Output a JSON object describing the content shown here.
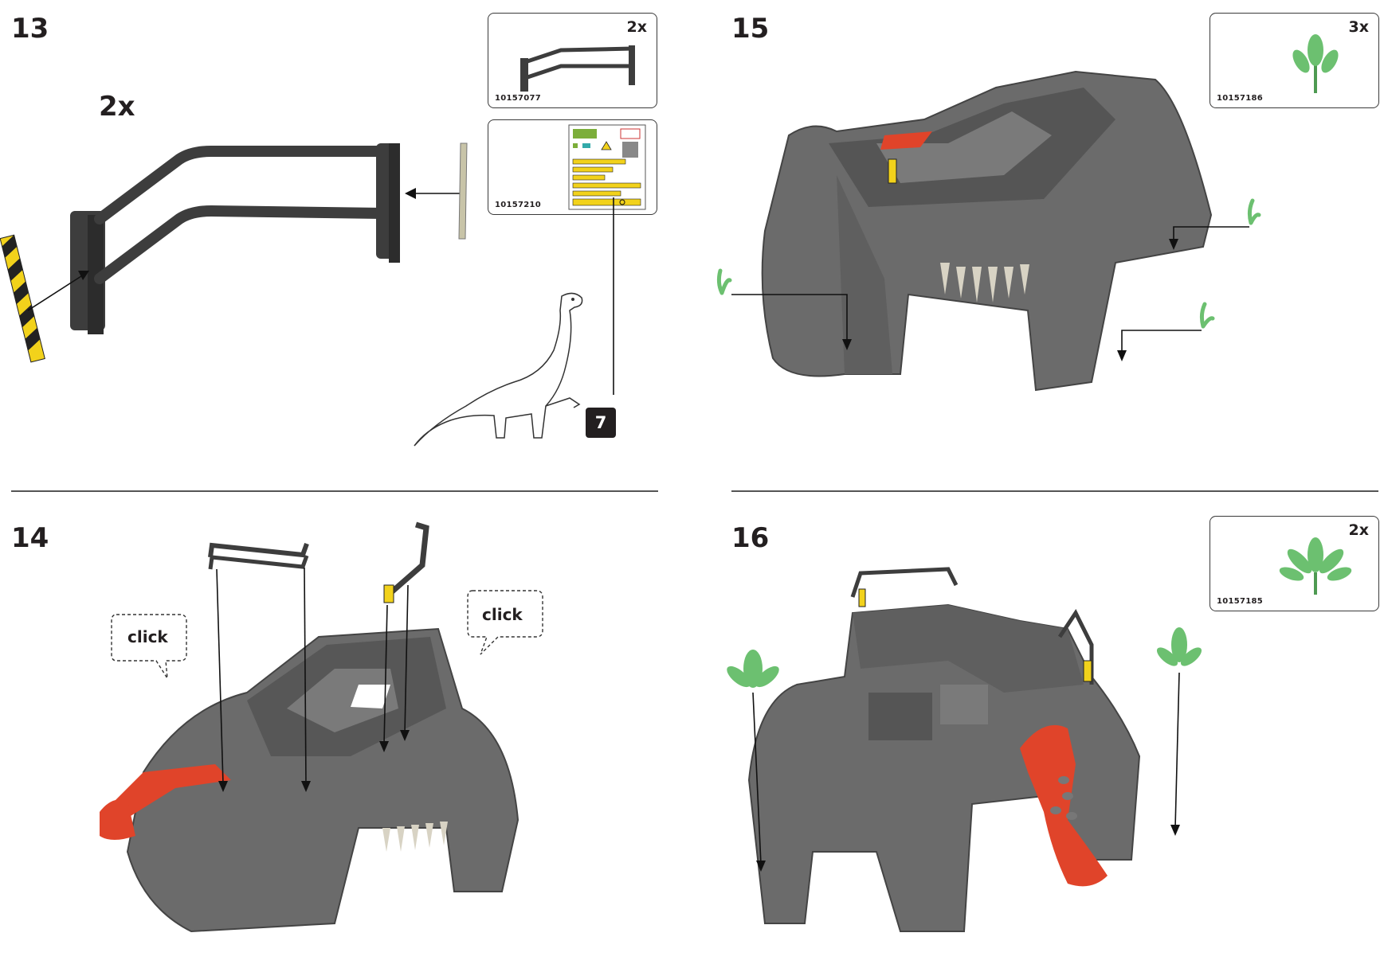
{
  "steps": [
    {
      "number": "13",
      "qty_label": "2x",
      "parts": [
        {
          "qty": "2x",
          "code": "10157077",
          "icon": "railing-part-icon"
        },
        {
          "qty": "",
          "code": "10157210",
          "icon": "sticker-sheet-icon"
        }
      ],
      "callout": "7"
    },
    {
      "number": "14",
      "bubbles": [
        "click",
        "click"
      ]
    },
    {
      "number": "15",
      "parts": [
        {
          "qty": "3x",
          "code": "10157186",
          "icon": "plant-icon"
        }
      ]
    },
    {
      "number": "16",
      "parts": [
        {
          "qty": "2x",
          "code": "10157185",
          "icon": "fern-icon"
        }
      ]
    }
  ],
  "colors": {
    "rock": "#6b6b6b",
    "rock_dark": "#4e4e4e",
    "lava": "#e0442a",
    "plant": "#6cc070",
    "stripe_yellow": "#f2d21b",
    "bar": "#3d3d3d"
  }
}
